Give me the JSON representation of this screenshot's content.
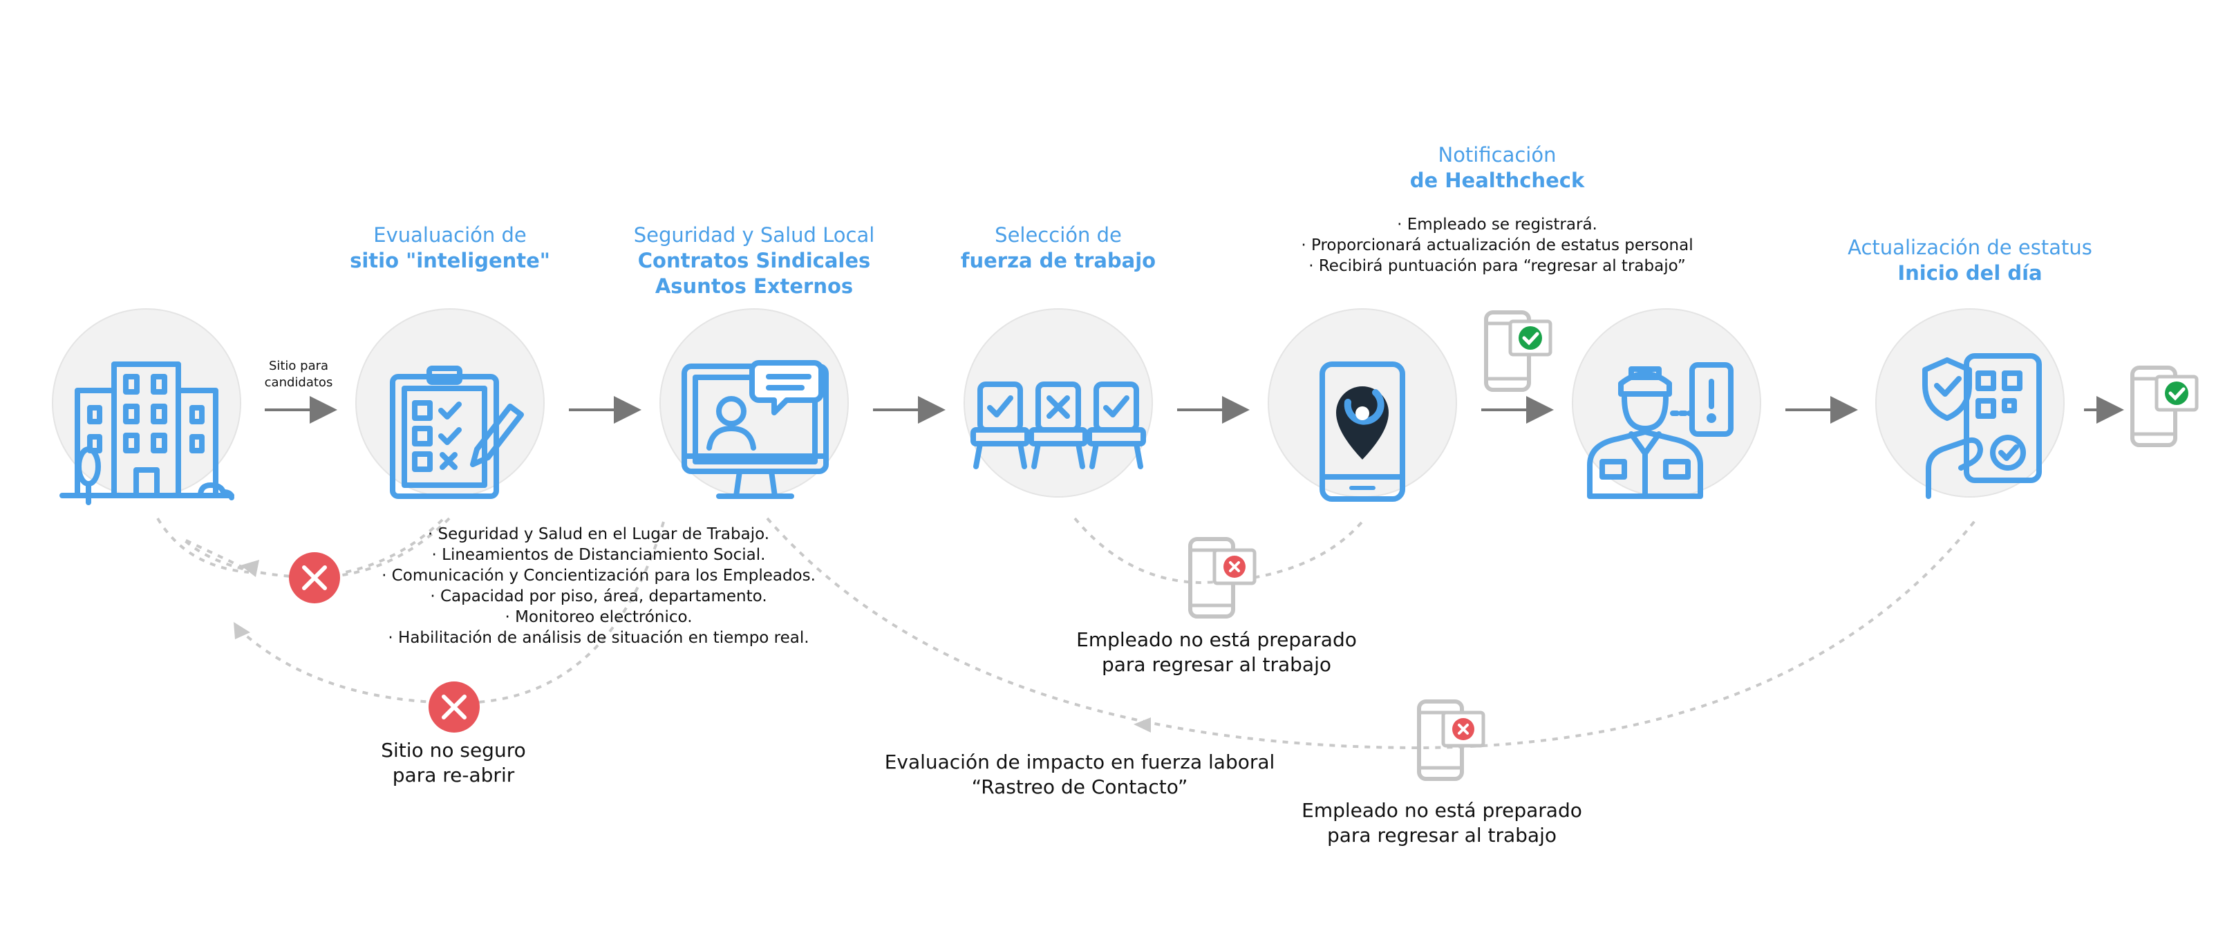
{
  "steps": [
    {
      "id": "site",
      "icon": "office-building-icon"
    },
    {
      "id": "eval",
      "title_line1": "Evualuación de",
      "title_line2": "sitio \"inteligente\"",
      "icon": "checklist-clipboard-icon"
    },
    {
      "id": "safety",
      "title_line1": "Seguridad y Salud Local",
      "title_line2": "Contratos Sindicales",
      "title_line3": "Asuntos Externos",
      "icon": "video-conference-monitor-icon"
    },
    {
      "id": "workforce",
      "title_line1": "Selección de",
      "title_line2": "fuerza de trabajo",
      "icon": "chairs-selection-icon"
    },
    {
      "id": "healthcheck",
      "title_line1": "Notificación",
      "title_line2": "de Healthcheck",
      "icon": "smartphone-app-icon"
    },
    {
      "id": "guard",
      "icon": "security-guard-icon"
    },
    {
      "id": "status",
      "title_line1": "Actualización de estatus",
      "title_line2": "Inicio del día",
      "icon": "shield-qr-phone-icon"
    }
  ],
  "arrow_label": {
    "line1": "Sitio para",
    "line2": "candidatos"
  },
  "healthcheck_notes": [
    "· Empleado se registrará.",
    "· Proporcionará actualización de estatus personal",
    "· Recibirá puntuación para “regresar al trabajo”"
  ],
  "eval_notes": [
    "· Seguridad y Salud en el Lugar de Trabajo.",
    "· Lineamientos de Distanciamiento Social.",
    "· Comunicación y Concientización para los Empleados.",
    "· Capacidad por piso, área, departamento.",
    "· Monitoreo electrónico.",
    "· Habilitación de análisis de situación en tiempo real."
  ],
  "captions": {
    "unsafe_site": {
      "line1": "Sitio no seguro",
      "line2": "para re-abrir"
    },
    "not_ready_1": {
      "line1": "Empleado no está preparado",
      "line2": "para regresar al trabajo"
    },
    "impact": {
      "line1": "Evaluación de impacto en fuerza laboral",
      "line2": "“Rastreo de Contacto”"
    },
    "not_ready_2": {
      "line1": "Empleado no está preparado",
      "line2": "para regresar al trabajo"
    }
  },
  "colors": {
    "accent": "#4a9fe8",
    "circle": "#f2f2f2",
    "arrow": "#777777",
    "dashed": "#c8c8c8",
    "reject": "#e8555a",
    "ok": "#1aa34a",
    "phone_gray": "#c4c4c4"
  }
}
